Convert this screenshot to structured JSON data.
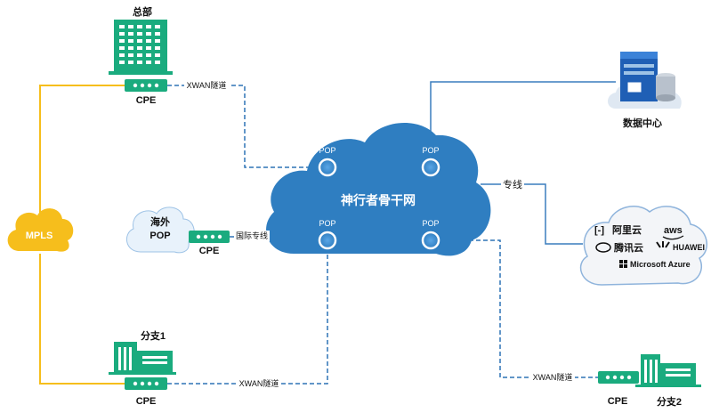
{
  "headquarters": {
    "label": "总部",
    "cpe": "CPE"
  },
  "mpls": {
    "label": "MPLS"
  },
  "overseas_pop": {
    "line1": "海外",
    "line2": "POP",
    "cpe": "CPE",
    "link_label": "国际专线"
  },
  "backbone": {
    "label": "神行者骨干网",
    "pops": [
      "POP",
      "POP",
      "POP",
      "POP"
    ]
  },
  "datacenter": {
    "label": "数据中心"
  },
  "cloud_vendors": {
    "link_label": "专线",
    "items": [
      "阿里云",
      "aws",
      "腾讯云",
      "HUAWEI",
      "Microsoft Azure"
    ]
  },
  "branch1": {
    "label": "分支1",
    "cpe": "CPE",
    "link_label": "XWAN隧道"
  },
  "branch2": {
    "label": "分支2",
    "cpe": "CPE",
    "link_label": "XWAN隧道"
  },
  "hq_link_label": "XWAN隧道",
  "colors": {
    "green": "#1aab7e",
    "cloud_blue": "#2f7ec1",
    "mpls_yellow": "#f6be1c",
    "dashed_blue": "#2f74b5",
    "solid_line": "#3a7dbd"
  }
}
